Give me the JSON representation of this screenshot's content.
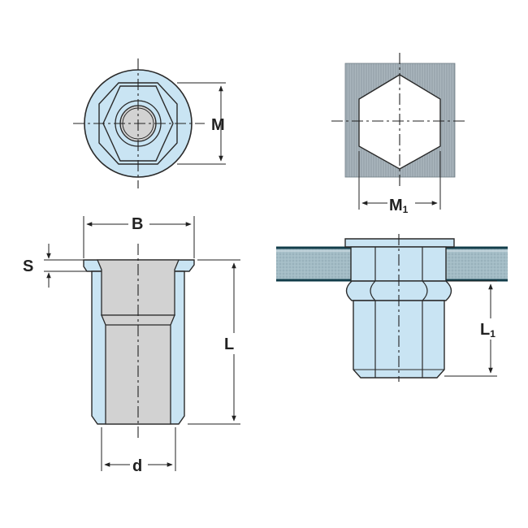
{
  "labels": {
    "m": "M",
    "m1": "M",
    "m1_sub": "1",
    "b": "B",
    "s": "S",
    "l": "L",
    "d": "d",
    "l1": "L",
    "l1_sub": "1"
  },
  "colors": {
    "part_fill": "#c9e4f3",
    "part_stroke": "#2a2a2a",
    "bore_fill": "#d2d2d2",
    "plate_fill": "#9fb8c2",
    "plate_edge": "#123d4a",
    "hole_fill": "#a9b6bd",
    "dim_line": "#222222"
  }
}
